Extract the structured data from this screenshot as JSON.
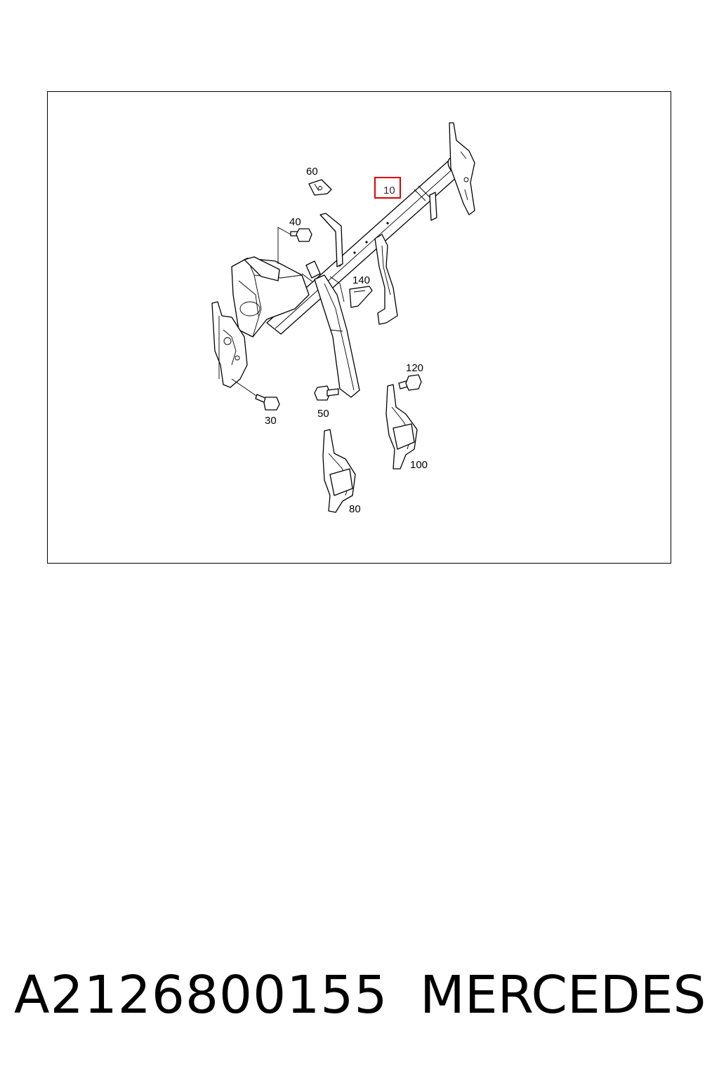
{
  "diagram": {
    "callouts": {
      "c10": "10",
      "c30": "30",
      "c40": "40",
      "c50": "50",
      "c60": "60",
      "c80": "80",
      "c100": "100",
      "c120": "120",
      "c140": "140"
    },
    "highlighted_callout": "10",
    "highlight_color": "#e00000"
  },
  "footer": {
    "part_number": "A2126800155",
    "brand": "MERCEDES"
  }
}
